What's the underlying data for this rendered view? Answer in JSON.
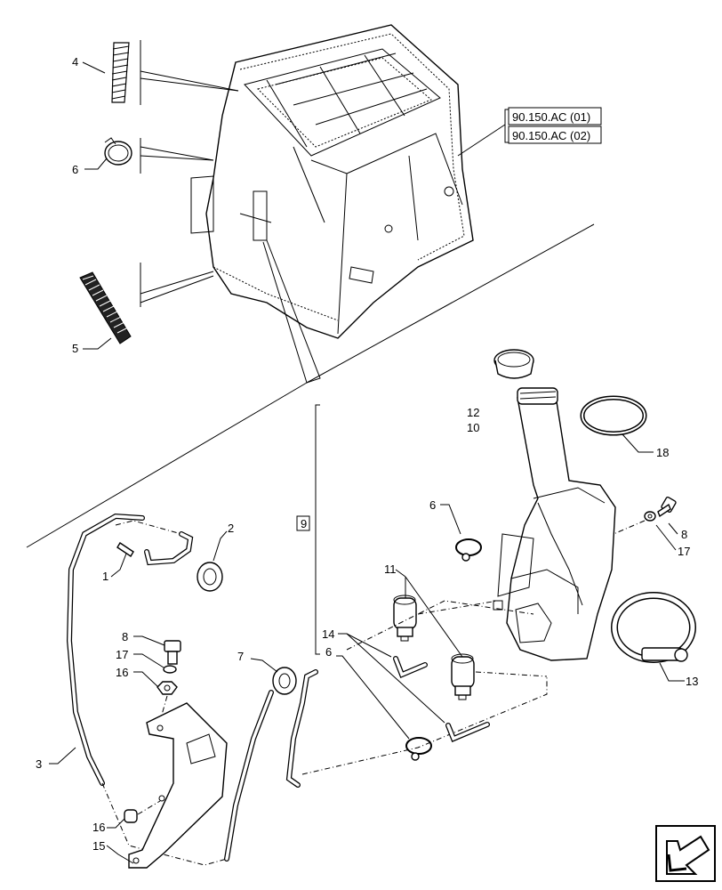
{
  "diagram": {
    "references": [
      "90.150.AC (01)",
      "90.150.AC (02)"
    ],
    "group_label": "9",
    "callouts": [
      {
        "id": "c4",
        "text": "4"
      },
      {
        "id": "c6a",
        "text": "6"
      },
      {
        "id": "c5",
        "text": "5"
      },
      {
        "id": "c12",
        "text": "12"
      },
      {
        "id": "c10",
        "text": "10"
      },
      {
        "id": "c18",
        "text": "18"
      },
      {
        "id": "c6b",
        "text": "6"
      },
      {
        "id": "c8a",
        "text": "8"
      },
      {
        "id": "c17a",
        "text": "17"
      },
      {
        "id": "c2",
        "text": "2"
      },
      {
        "id": "c1",
        "text": "1"
      },
      {
        "id": "c11",
        "text": "11"
      },
      {
        "id": "c8b",
        "text": "8"
      },
      {
        "id": "c17b",
        "text": "17"
      },
      {
        "id": "c16a",
        "text": "16"
      },
      {
        "id": "c7",
        "text": "7"
      },
      {
        "id": "c14",
        "text": "14"
      },
      {
        "id": "c6c",
        "text": "6"
      },
      {
        "id": "c13",
        "text": "13"
      },
      {
        "id": "c3",
        "text": "3"
      },
      {
        "id": "c16b",
        "text": "16"
      },
      {
        "id": "c15",
        "text": "15"
      }
    ],
    "icons": {
      "nav": "navigation-arrow-icon"
    }
  }
}
